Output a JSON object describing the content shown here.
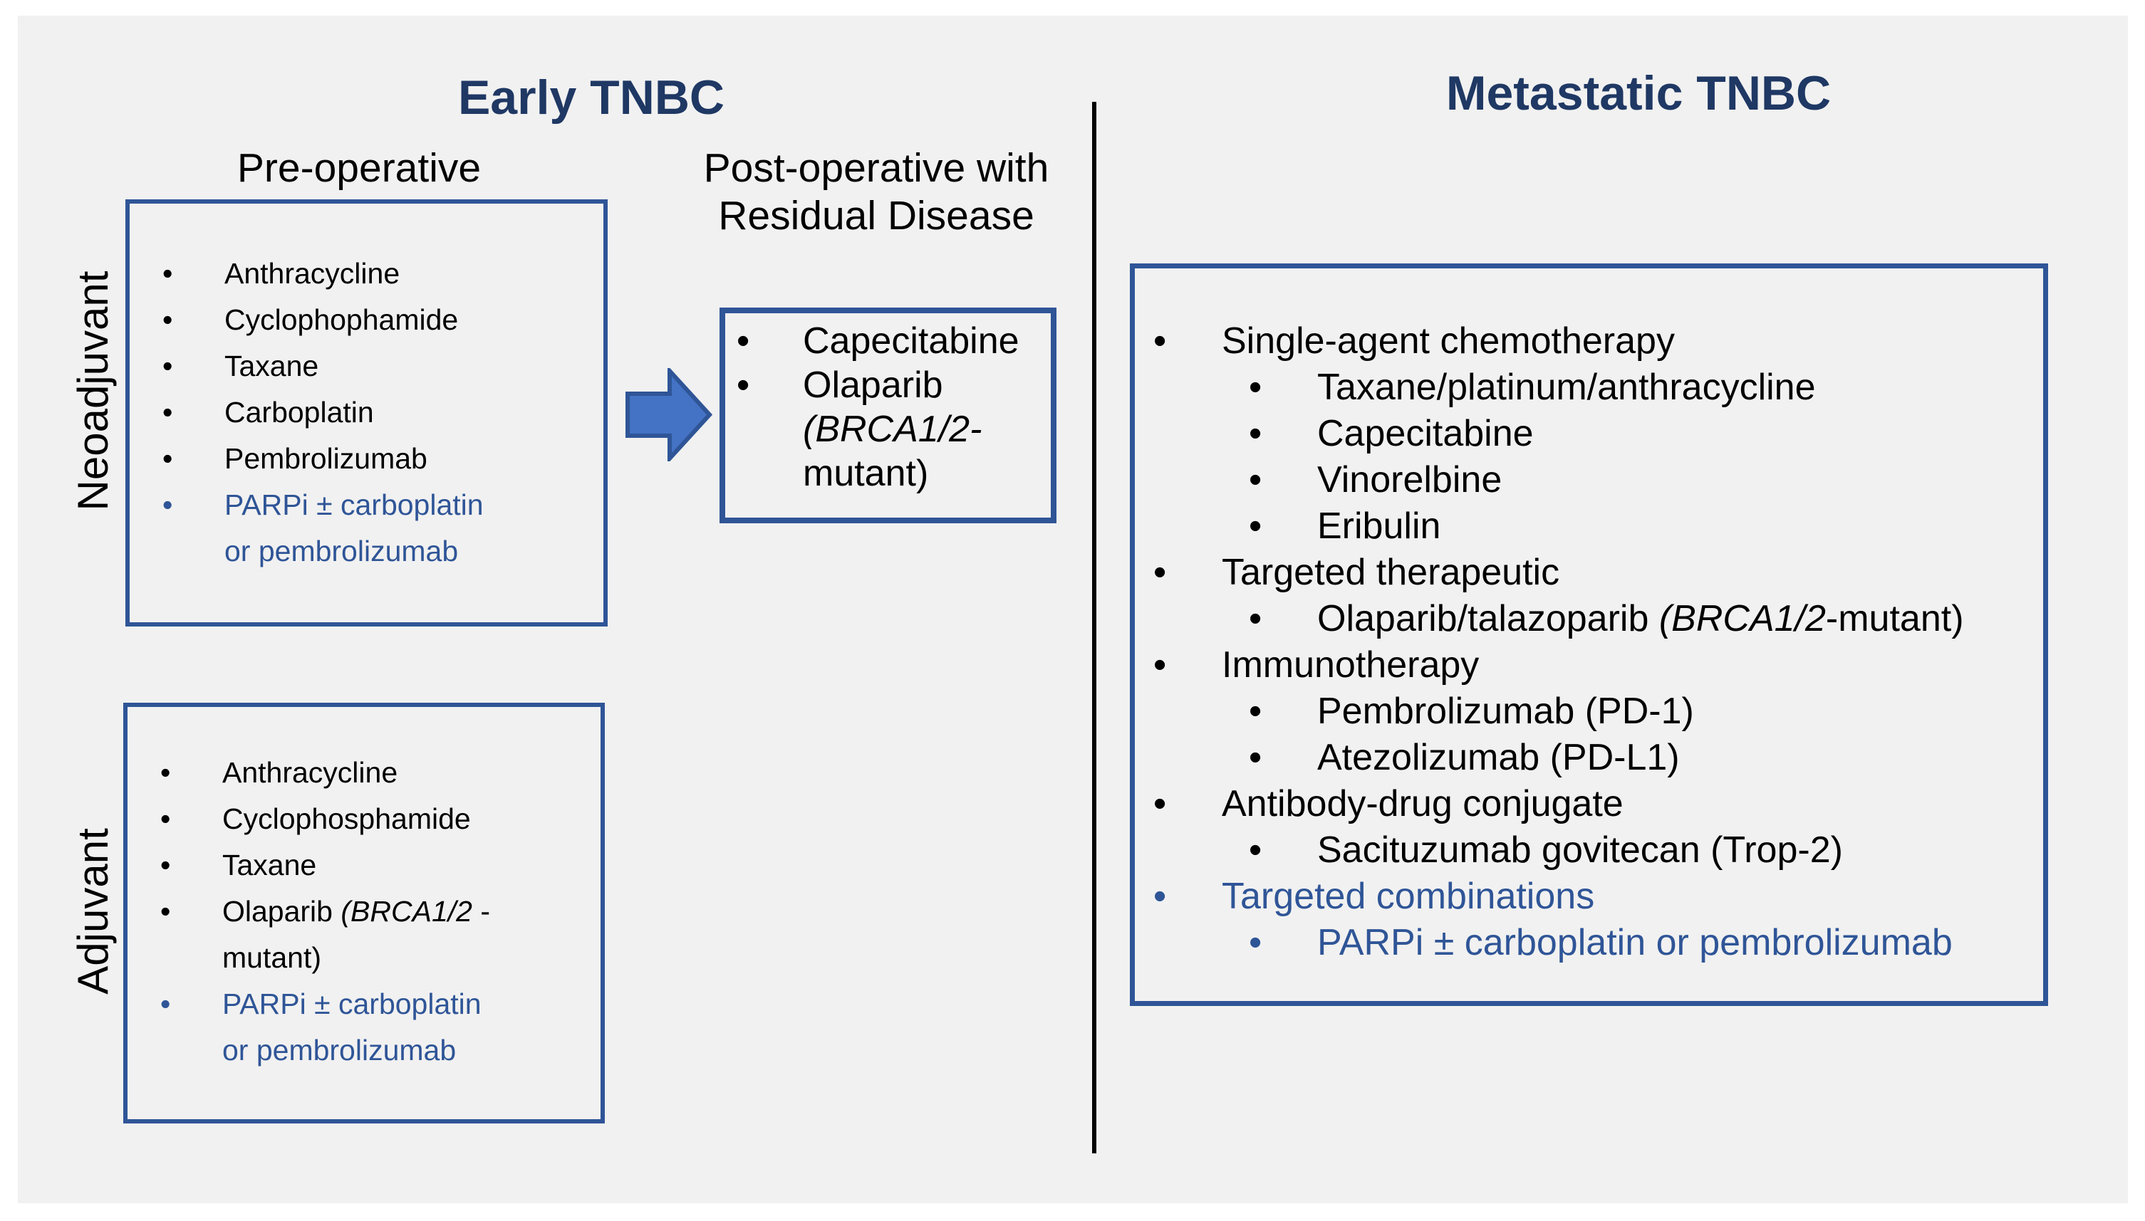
{
  "colors": {
    "panel_bg": "#f1f1f1",
    "border_blue": "#2f5597",
    "arrow_fill": "#4472c4",
    "arrow_stroke": "#2f5597",
    "title_navy": "#1f3864",
    "text_blue": "#2f5597",
    "text_black": "#000000",
    "divider": "#000000"
  },
  "bullet": "•",
  "early": {
    "title": "Early TNBC",
    "pre_header": "Pre-operative",
    "post_header_line1": "Post-operative with",
    "post_header_line2": "Residual Disease",
    "neoadjuvant_label": "Neoadjuvant",
    "adjuvant_label": "Adjuvant",
    "neoadjuvant_items": [
      {
        "color": "black",
        "segs": [
          {
            "t": "Anthracycline"
          }
        ]
      },
      {
        "color": "black",
        "segs": [
          {
            "t": "Cyclophophamide"
          }
        ]
      },
      {
        "color": "black",
        "segs": [
          {
            "t": "Taxane"
          }
        ]
      },
      {
        "color": "black",
        "segs": [
          {
            "t": "Carboplatin"
          }
        ]
      },
      {
        "color": "black",
        "segs": [
          {
            "t": "Pembrolizumab"
          }
        ]
      },
      {
        "color": "blue",
        "segs": [
          {
            "t": "PARPi ± carboplatin"
          },
          {
            "br": true
          },
          {
            "t": "or pembrolizumab"
          }
        ]
      }
    ],
    "post_op_items": [
      {
        "color": "black",
        "segs": [
          {
            "t": "Capecitabine"
          }
        ]
      },
      {
        "color": "black",
        "segs": [
          {
            "t": "Olaparib"
          },
          {
            "br": true
          },
          {
            "t": "(BRCA1/2-",
            "i": true
          },
          {
            "br": true
          },
          {
            "t": "mutant)"
          }
        ]
      }
    ],
    "adjuvant_items": [
      {
        "color": "black",
        "segs": [
          {
            "t": "Anthracycline"
          }
        ]
      },
      {
        "color": "black",
        "segs": [
          {
            "t": "Cyclophosphamide"
          }
        ]
      },
      {
        "color": "black",
        "segs": [
          {
            "t": "Taxane"
          }
        ]
      },
      {
        "color": "black",
        "segs": [
          {
            "t": "Olaparib "
          },
          {
            "t": "(BRCA1/2",
            "i": true
          },
          {
            "t": " -"
          },
          {
            "br": true
          },
          {
            "t": "mutant)"
          }
        ]
      },
      {
        "color": "blue",
        "segs": [
          {
            "t": "PARPi ± carboplatin"
          },
          {
            "br": true
          },
          {
            "t": "or pembrolizumab"
          }
        ]
      }
    ]
  },
  "metastatic": {
    "title": "Metastatic TNBC",
    "items": [
      {
        "level": 1,
        "color": "black",
        "segs": [
          {
            "t": "Single-agent chemotherapy"
          }
        ]
      },
      {
        "level": 2,
        "color": "black",
        "segs": [
          {
            "t": "Taxane/platinum/anthracycline"
          }
        ]
      },
      {
        "level": 2,
        "color": "black",
        "segs": [
          {
            "t": "Capecitabine"
          }
        ]
      },
      {
        "level": 2,
        "color": "black",
        "segs": [
          {
            "t": "Vinorelbine"
          }
        ]
      },
      {
        "level": 2,
        "color": "black",
        "segs": [
          {
            "t": "Eribulin"
          }
        ]
      },
      {
        "level": 1,
        "color": "black",
        "segs": [
          {
            "t": "Targeted therapeutic"
          }
        ]
      },
      {
        "level": 2,
        "color": "black",
        "segs": [
          {
            "t": "Olaparib/talazoparib "
          },
          {
            "t": "(BRCA1/2",
            "i": true
          },
          {
            "t": "-mutant)"
          }
        ]
      },
      {
        "level": 1,
        "color": "black",
        "segs": [
          {
            "t": "Immunotherapy"
          }
        ]
      },
      {
        "level": 2,
        "color": "black",
        "segs": [
          {
            "t": "Pembrolizumab (PD-1)"
          }
        ]
      },
      {
        "level": 2,
        "color": "black",
        "segs": [
          {
            "t": "Atezolizumab (PD-L1)"
          }
        ]
      },
      {
        "level": 1,
        "color": "black",
        "segs": [
          {
            "t": "Antibody-drug conjugate"
          }
        ]
      },
      {
        "level": 2,
        "color": "black",
        "segs": [
          {
            "t": "Sacituzumab govitecan (Trop-2)"
          }
        ]
      },
      {
        "level": 1,
        "color": "blue",
        "segs": [
          {
            "t": "Targeted combinations"
          }
        ]
      },
      {
        "level": 2,
        "color": "blue",
        "segs": [
          {
            "t": "PARPi ± carboplatin or pembrolizumab"
          }
        ]
      }
    ]
  }
}
